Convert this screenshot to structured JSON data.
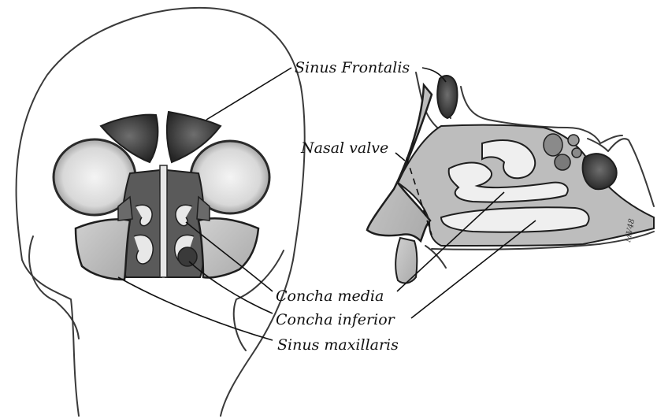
{
  "labels": {
    "sinus_frontalis": "Sinus Frontalis",
    "nasal_valve": "Nasal valve",
    "concha_media": "Concha media",
    "concha_inferior": "Concha inferior",
    "sinus_maxillaris": "Sinus maxillaris"
  },
  "signature": "MV48",
  "colors": {
    "ink": "#111111",
    "pencil": "#3a3a3a",
    "shade_dark": "#2f2f2f",
    "shade_mid": "#8a8a8a",
    "shade_light": "#cfcfcf",
    "paper": "#ffffff"
  }
}
